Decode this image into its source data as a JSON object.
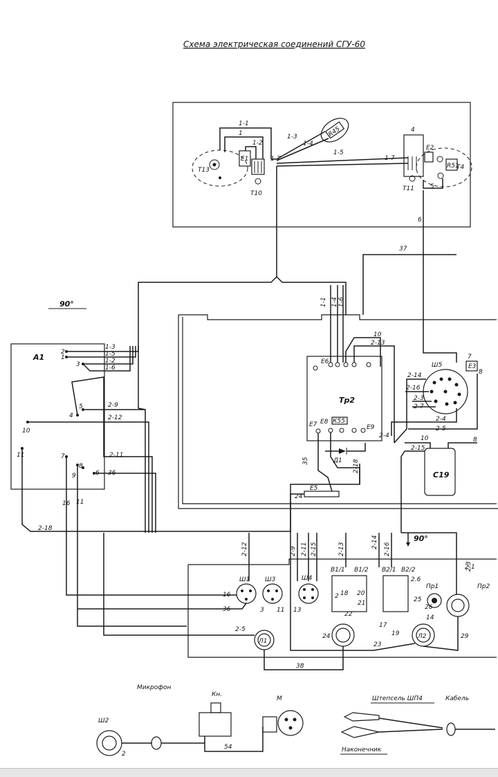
{
  "title": "Схема электрическая соединений СГУ-60",
  "angle_labels": [
    "90°",
    "90°"
  ],
  "components": {
    "t13": "Т13",
    "t10": "Т10",
    "t11": "Т11",
    "t4": "Т4",
    "r45": "R45",
    "r51": "R51",
    "e1": "E1",
    "e2": "E2",
    "e3": "E3",
    "a1": "A1",
    "tr2": "Тр2",
    "sh5": "Ш5",
    "c19": "C19",
    "d1": "Д1",
    "e5": "E5",
    "e6": "E6",
    "e7": "E7",
    "e8": "E8",
    "e9": "E9",
    "k55": "К55",
    "sh1": "Ш1",
    "sh3": "Ш3",
    "sh4": "Ш4",
    "v1_1": "В1/1",
    "v1_2": "В1/2",
    "v2_1": "В2/1",
    "v2_2": "В2/2",
    "pr1": "Пр1",
    "pr2": "Пр2",
    "l1": "Л1",
    "l2": "Л2",
    "sh2": "Ш2",
    "kn": "Кн.",
    "m": "М"
  },
  "captions": {
    "microphone": "Микрофон",
    "plug": "Штепсель ШП4",
    "cable": "Кабель",
    "tip": "Наконечник"
  },
  "wire_labels": {
    "w1_1": "1-1",
    "w1": "1",
    "w1_3": "1-3",
    "w1_4": "1-4",
    "w1_2": "1-2",
    "w1_7": "1-7",
    "w1_5": "1-5",
    "w1_7b": "1-7",
    "w4": "4",
    "w5": "5",
    "w6": "6",
    "w37": "37",
    "w1_1v": "1-1",
    "w1_4v": "1-4",
    "w1_6v": "1-6",
    "w10": "10",
    "w2_13": "2-13",
    "w1_3a": "1-3",
    "w1_5a": "1-5",
    "w1_2a": "1-2",
    "w1_6a": "1-6",
    "w2_9": "2-9",
    "w2_12": "2-12",
    "w2_11": "2-11",
    "w36": "36",
    "w16": "16",
    "w11": "11",
    "w2_18": "2-18",
    "w2_14": "2-14",
    "w2_16": "2-16",
    "w2_3": "2-3",
    "w2_7": "2-7",
    "w2_4": "2-4",
    "w2_5": "2-5",
    "w10b": "10",
    "w2_15": "2-15",
    "w8": "8",
    "w35": "35",
    "w2_18b": "2-18",
    "w24": "24",
    "w2_4b": "2-4",
    "w2_12v": "2-12",
    "w2_9v": "2-9",
    "w2_11v": "2-11",
    "w2_15v": "2-15",
    "w2_13v": "2-13",
    "w2_14v": "2-14",
    "w2_16v": "2-16",
    "w2_3v": "2-3",
    "w2_1v": "2-1",
    "w16b": "16",
    "w36b": "36",
    "w3": "3",
    "w11b": "11",
    "w13": "13",
    "w18": "18",
    "w20": "20",
    "w21": "21",
    "w22": "22",
    "w17": "17",
    "w19": "19",
    "w23": "23",
    "w25": "25",
    "w26": "26",
    "w2_6": "2.6",
    "w14": "14",
    "w26b": "26",
    "w29": "29",
    "w24b": "24",
    "w2_5b": "2-5",
    "w38": "38",
    "w54": "54",
    "w2": "2",
    "a1_2": "2",
    "a1_4": "4",
    "a1_3": "3",
    "a1_10": "10",
    "a1_11": "11",
    "a1_7": "7",
    "a1_8": "8",
    "a1_6": "6",
    "a1_9": "9",
    "a1_5": "5"
  }
}
